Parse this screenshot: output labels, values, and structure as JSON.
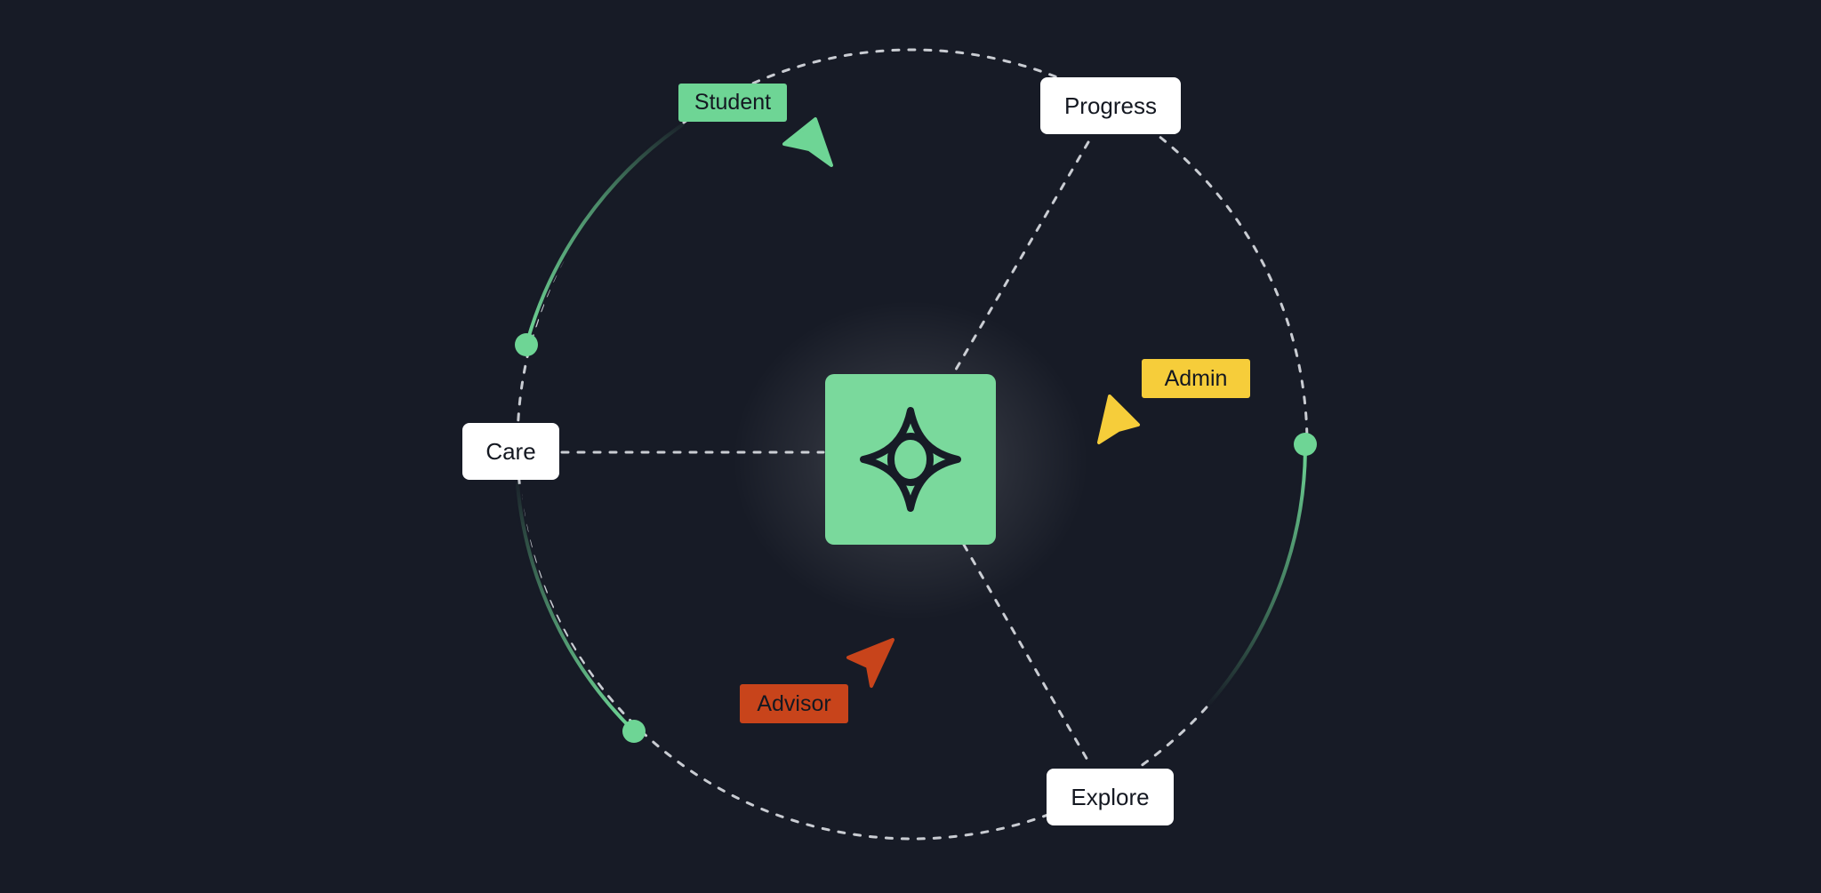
{
  "nodes": {
    "progress": "Progress",
    "care": "Care",
    "explore": "Explore"
  },
  "roles": {
    "student": {
      "label": "Student",
      "color": "#6ed595"
    },
    "admin": {
      "label": "Admin",
      "color": "#f6cd3a"
    },
    "advisor": {
      "label": "Advisor",
      "color": "#c8441b"
    }
  },
  "hub": {
    "icon": "star-orbit-logo-icon",
    "color": "#7ad99c"
  },
  "colors": {
    "background": "#171b26",
    "accent_green": "#6ed595",
    "dashed_line": "#c9ccd2"
  }
}
